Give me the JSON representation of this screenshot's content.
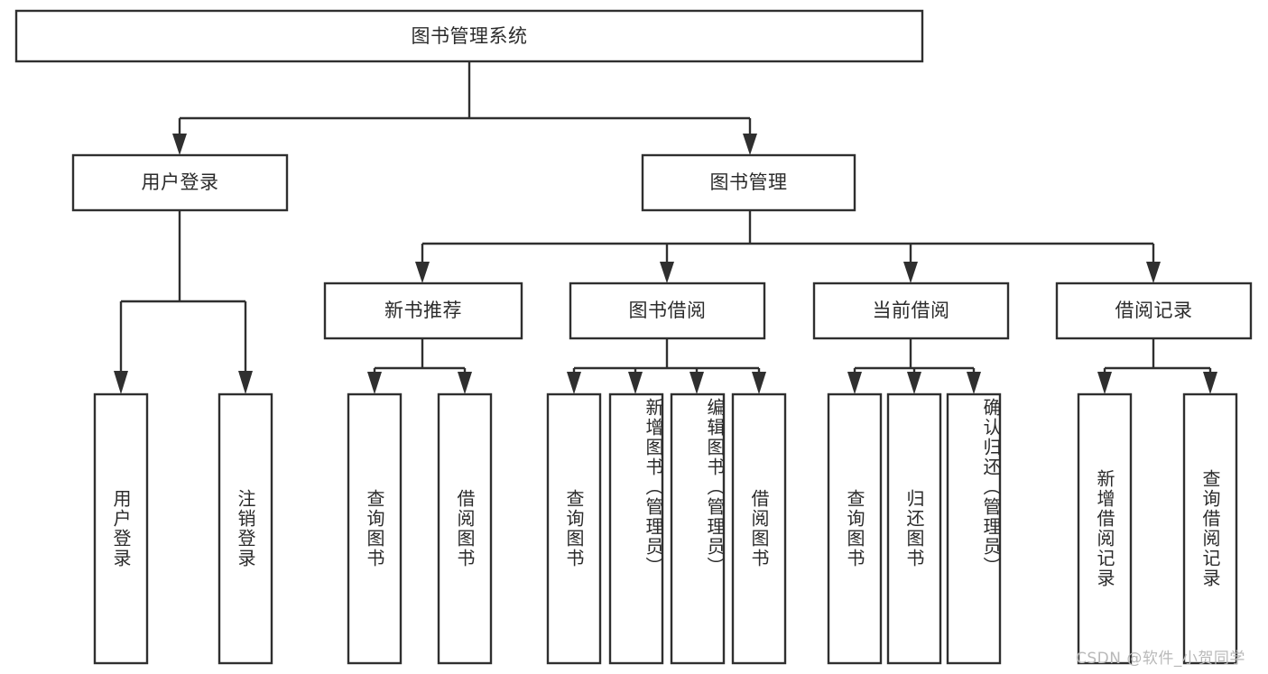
{
  "diagram": {
    "type": "tree",
    "title": "图书管理系统",
    "orientation": "top-down",
    "style": {
      "box_fill": "#ffffff",
      "box_stroke": "#2f2f2f",
      "text_color": "#2b2b2b",
      "background": "#ffffff",
      "watermark_color": "#b9b9b9"
    },
    "nodes": {
      "root": {
        "label": "图书管理系统",
        "level": 1,
        "text_direction": "horizontal"
      },
      "l2": [
        {
          "id": "user-login",
          "label": "用户登录",
          "level": 2,
          "text_direction": "horizontal"
        },
        {
          "id": "book-management",
          "label": "图书管理",
          "level": 2,
          "text_direction": "horizontal"
        }
      ],
      "l3": [
        {
          "id": "new-book-recommend",
          "label": "新书推荐",
          "level": 3,
          "text_direction": "horizontal",
          "parent": "book-management"
        },
        {
          "id": "book-borrow",
          "label": "图书借阅",
          "level": 3,
          "text_direction": "horizontal",
          "parent": "book-management"
        },
        {
          "id": "current-borrow",
          "label": "当前借阅",
          "level": 3,
          "text_direction": "horizontal",
          "parent": "book-management"
        },
        {
          "id": "borrow-record",
          "label": "借阅记录",
          "level": 3,
          "text_direction": "horizontal",
          "parent": "book-management"
        }
      ],
      "leaves": [
        {
          "id": "leaf-user-login",
          "label": "用户登录",
          "parent": "user-login",
          "text_direction": "vertical"
        },
        {
          "id": "leaf-logout-login",
          "label": "注销登录",
          "parent": "user-login",
          "text_direction": "vertical"
        },
        {
          "id": "leaf-query-book-1",
          "label": "查询图书",
          "parent": "new-book-recommend",
          "text_direction": "vertical"
        },
        {
          "id": "leaf-borrow-book-1",
          "label": "借阅图书",
          "parent": "new-book-recommend",
          "text_direction": "vertical"
        },
        {
          "id": "leaf-query-book-2",
          "label": "查询图书",
          "parent": "book-borrow",
          "text_direction": "vertical"
        },
        {
          "id": "leaf-add-book",
          "label": "新增图书（管理员）",
          "parent": "book-borrow",
          "text_direction": "vertical"
        },
        {
          "id": "leaf-edit-book",
          "label": "编辑图书（管理员）",
          "parent": "book-borrow",
          "text_direction": "vertical"
        },
        {
          "id": "leaf-borrow-book-2",
          "label": "借阅图书",
          "parent": "book-borrow",
          "text_direction": "vertical"
        },
        {
          "id": "leaf-query-book-3",
          "label": "查询图书",
          "parent": "current-borrow",
          "text_direction": "vertical"
        },
        {
          "id": "leaf-return-book",
          "label": "归还图书",
          "parent": "current-borrow",
          "text_direction": "vertical"
        },
        {
          "id": "leaf-confirm-return",
          "label": "确认归还（管理员）",
          "parent": "current-borrow",
          "text_direction": "vertical"
        },
        {
          "id": "leaf-add-borrow-record",
          "label": "新增借阅记录",
          "parent": "borrow-record",
          "text_direction": "vertical"
        },
        {
          "id": "leaf-query-borrow-record",
          "label": "查询借阅记录",
          "parent": "borrow-record",
          "text_direction": "vertical"
        }
      ]
    }
  },
  "watermark": {
    "text": "CSDN @软件_小贺同学"
  }
}
